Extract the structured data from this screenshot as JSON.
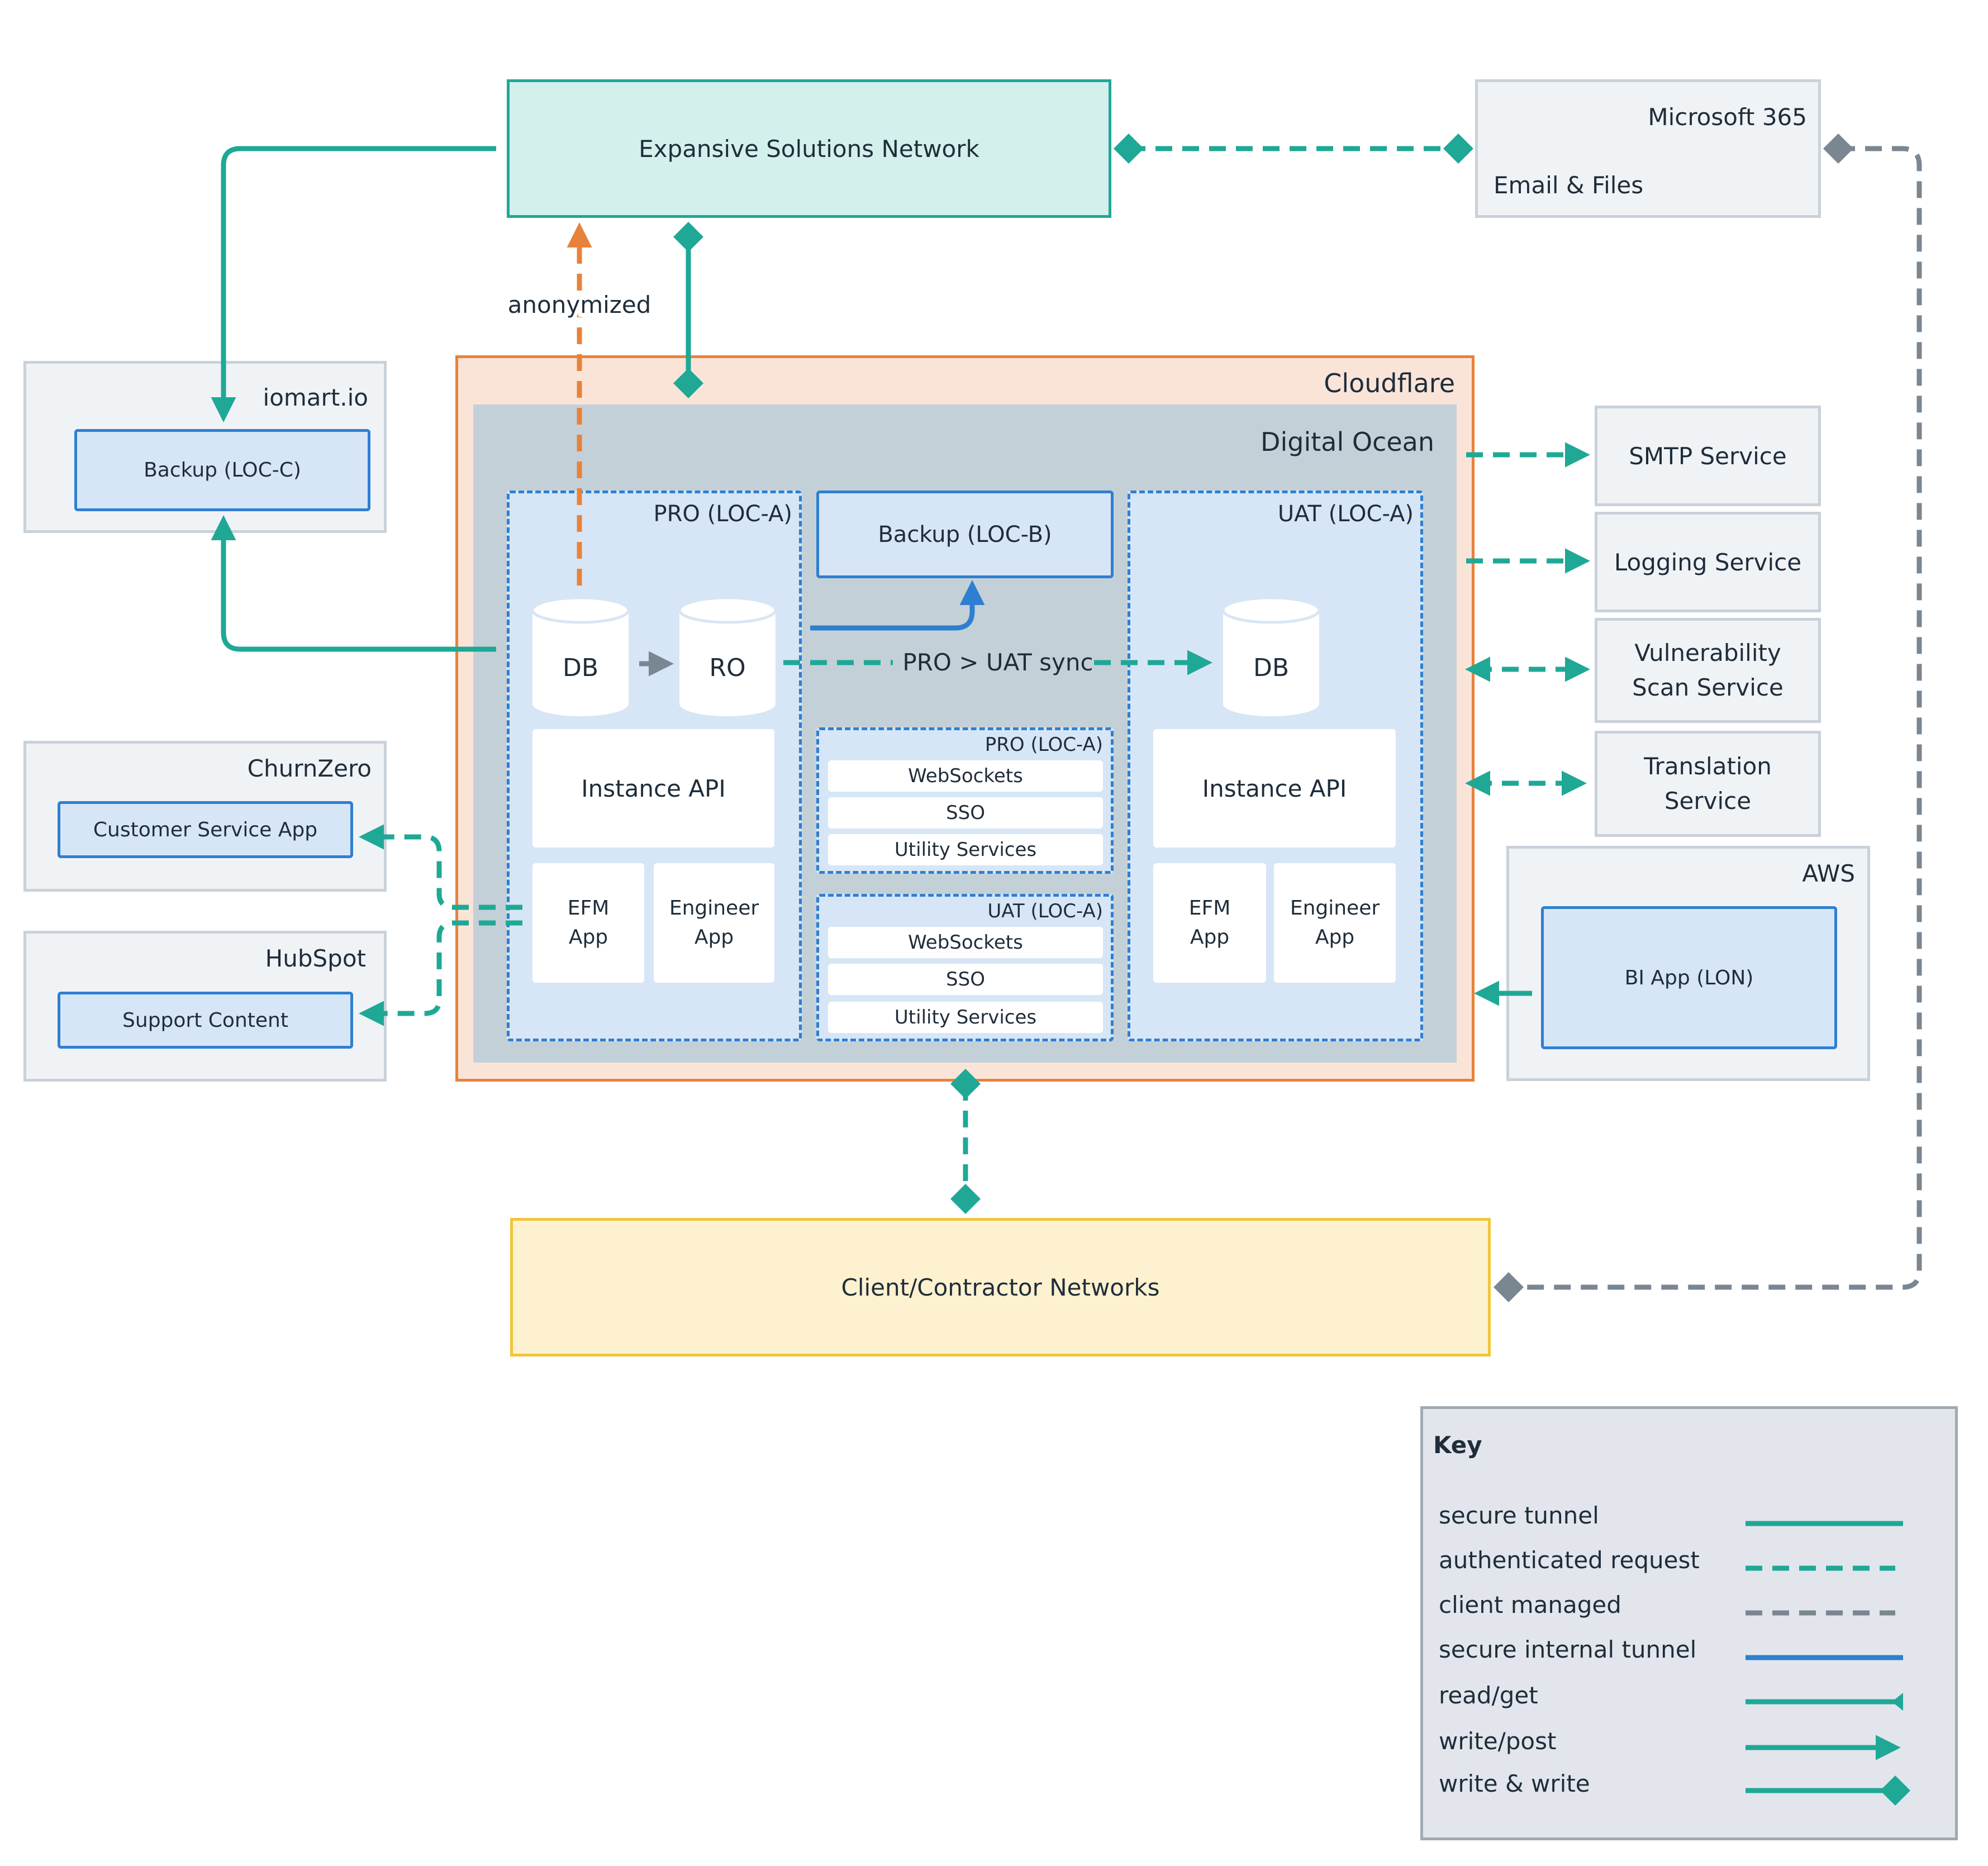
{
  "top": {
    "expansive": "Expansive Solutions Network",
    "anonymized": "anonymized"
  },
  "microsoft": {
    "title": "Microsoft 365",
    "subtitle": "Email & Files"
  },
  "iomart": {
    "title": "iomart.io",
    "backup": "Backup (LOC-C)"
  },
  "churnzero": {
    "title": "ChurnZero",
    "app": "Customer Service App"
  },
  "hubspot": {
    "title": "HubSpot",
    "app": "Support Content"
  },
  "cloudflare": {
    "title": "Cloudflare"
  },
  "digital_ocean": {
    "title": "Digital Ocean"
  },
  "pro_zone": {
    "title": "PRO (LOC-A)",
    "db": "DB",
    "ro": "RO",
    "instance_api": "Instance API",
    "efm_app": [
      "EFM",
      "App"
    ],
    "engineer_app": [
      "Engineer",
      "App"
    ]
  },
  "backup_b": "Backup (LOC-B)",
  "sync_label": "PRO > UAT sync",
  "pro_services": {
    "title": "PRO (LOC-A)",
    "items": [
      "WebSockets",
      "SSO",
      "Utility Services"
    ]
  },
  "uat_services": {
    "title": "UAT (LOC-A)",
    "items": [
      "WebSockets",
      "SSO",
      "Utility Services"
    ]
  },
  "uat_zone": {
    "title": "UAT (LOC-A)",
    "db": "DB",
    "instance_api": "Instance API",
    "efm_app": [
      "EFM",
      "App"
    ],
    "engineer_app": [
      "Engineer",
      "App"
    ]
  },
  "services": {
    "smtp": [
      "SMTP Service"
    ],
    "logging": [
      "Logging Service"
    ],
    "vuln": [
      "Vulnerability",
      "Scan Service"
    ],
    "translation": [
      "Translation",
      "Service"
    ]
  },
  "aws": {
    "title": "AWS",
    "bi_app": "BI App (LON)"
  },
  "client": "Client/Contractor Networks",
  "key": {
    "title": "Key",
    "items": [
      {
        "label": "secure tunnel",
        "style": "solid-teal"
      },
      {
        "label": "authenticated request",
        "style": "dashed-teal"
      },
      {
        "label": "client managed",
        "style": "dashed-grey"
      },
      {
        "label": "secure internal tunnel",
        "style": "solid-blue"
      },
      {
        "label": "read/get",
        "style": "read"
      },
      {
        "label": "write/post",
        "style": "write"
      },
      {
        "label": "write & write",
        "style": "both"
      }
    ]
  },
  "colors": {
    "teal": "#1fa896",
    "orange": "#e8823a",
    "blue": "#2f7fd1",
    "grey": "#7a8691",
    "cloudflare_fill": "#fae4d8",
    "digital_ocean_fill": "#c4d0d8",
    "expansive_fill": "#d3f0ec",
    "client_fill": "#fdf1cf"
  }
}
